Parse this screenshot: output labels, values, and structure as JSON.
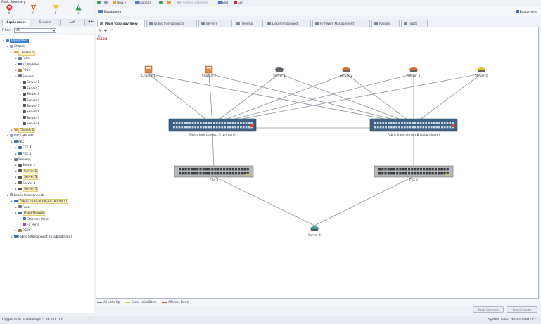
{
  "fault_summary": {
    "title": "Fault Summary",
    "items": [
      {
        "icon": "critical-icon",
        "count": "0",
        "color": "#d6232e"
      },
      {
        "icon": "major-icon",
        "count": "27",
        "color": "#e46d1e"
      },
      {
        "icon": "minor-icon",
        "count": "0",
        "color": "#f1c232"
      },
      {
        "icon": "warning-icon",
        "count": "12",
        "color": "#2f9e56"
      }
    ]
  },
  "left_tabs": [
    "Equipment",
    "Servers",
    "LAN"
  ],
  "filter": {
    "label": "Filter:",
    "value": "All"
  },
  "tree": [
    {
      "label": "Equipment",
      "level": 0,
      "style": "sel",
      "icon": "#3b83d6"
    },
    {
      "label": "Chassis",
      "level": 1,
      "style": "",
      "icon": "#8fa4be"
    },
    {
      "label": "Chassis 1",
      "level": 2,
      "style": "hl",
      "icon": "#e0a060"
    },
    {
      "label": "Fans",
      "level": 3,
      "style": "",
      "icon": "#6b7a8c"
    },
    {
      "label": "IO Modules",
      "level": 3,
      "style": "",
      "icon": "#3e6fb0"
    },
    {
      "label": "PSUs",
      "level": 3,
      "style": "",
      "icon": "#a07a3a"
    },
    {
      "label": "Servers",
      "level": 3,
      "style": "",
      "icon": "#6b7a8c"
    },
    {
      "label": "Server 1",
      "level": 4,
      "style": "",
      "icon": "#555"
    },
    {
      "label": "Server 2",
      "level": 4,
      "style": "",
      "icon": "#555"
    },
    {
      "label": "Server 3",
      "level": 4,
      "style": "",
      "icon": "#555"
    },
    {
      "label": "Server 4",
      "level": 4,
      "style": "",
      "icon": "#555"
    },
    {
      "label": "Server 5",
      "level": 4,
      "style": "",
      "icon": "#555"
    },
    {
      "label": "Server 6",
      "level": 4,
      "style": "",
      "icon": "#555"
    },
    {
      "label": "Server 7",
      "level": 4,
      "style": "",
      "icon": "#555"
    },
    {
      "label": "Server 8",
      "level": 4,
      "style": "",
      "icon": "#555"
    },
    {
      "label": "Chassis 2",
      "level": 2,
      "style": "hl",
      "icon": "#e0a060"
    },
    {
      "label": "Rack-Mounts",
      "level": 1,
      "style": "",
      "icon": "#8fa4be"
    },
    {
      "label": "FEX",
      "level": 2,
      "style": "",
      "icon": "#3e6fb0"
    },
    {
      "label": "FEX 3",
      "level": 3,
      "style": "",
      "icon": "#3e6fb0"
    },
    {
      "label": "FEX 4",
      "level": 3,
      "style": "",
      "icon": "#3e6fb0"
    },
    {
      "label": "Servers",
      "level": 2,
      "style": "",
      "icon": "#6b7a8c"
    },
    {
      "label": "Server 1",
      "level": 3,
      "style": "",
      "icon": "#555"
    },
    {
      "label": "Server 2",
      "level": 3,
      "style": "hl",
      "icon": "#555"
    },
    {
      "label": "Server 3",
      "level": 3,
      "style": "hl",
      "icon": "#555"
    },
    {
      "label": "Server 4",
      "level": 3,
      "style": "",
      "icon": "#555"
    },
    {
      "label": "Server 5",
      "level": 3,
      "style": "hl",
      "icon": "#555"
    },
    {
      "label": "Fabric Interconnects",
      "level": 1,
      "style": "",
      "icon": "#8fa4be"
    },
    {
      "label": "Fabric Interconnect A (primary)",
      "level": 2,
      "style": "hl",
      "icon": "#3e6fb0"
    },
    {
      "label": "Fans",
      "level": 3,
      "style": "",
      "icon": "#6b7a8c"
    },
    {
      "label": "Fixed Module",
      "level": 3,
      "style": "hl",
      "icon": "#3e6fb0"
    },
    {
      "label": "Ethernet Ports",
      "level": 4,
      "style": "",
      "icon": "#2f6fd0"
    },
    {
      "label": "FC Ports",
      "level": 4,
      "style": "",
      "icon": "#9a3fc0"
    },
    {
      "label": "PSUs",
      "level": 3,
      "style": "",
      "icon": "#a07a3a"
    },
    {
      "label": "Fabric Interconnect B (subordinate)",
      "level": 2,
      "style": "",
      "icon": "#3e6fb0"
    }
  ],
  "toolbar": {
    "items": [
      {
        "label": "",
        "icon": "back-icon",
        "color": "#3d9a4d"
      },
      {
        "label": "",
        "icon": "forward-icon",
        "color": "#8c9aaa"
      },
      {
        "label": "New ▾",
        "icon": "new-icon",
        "color": "#e0a030"
      },
      {
        "label": "Options",
        "icon": "options-icon",
        "color": "#4b7fc1"
      },
      {
        "label": "",
        "icon": "help-icon",
        "color": "#3d9a4d"
      },
      {
        "label": "",
        "icon": "info-icon",
        "color": "#e0a030"
      },
      {
        "label": "Pending Activities",
        "icon": "pending-icon",
        "color": "#c0c6ce"
      },
      {
        "label": "Exit",
        "icon": "exit-icon",
        "color": "#4b7fc1"
      },
      {
        "label": "Exit",
        "icon": "exit-red-icon",
        "color": "#d6232e"
      }
    ]
  },
  "breadcrumb": {
    "path": "Equipment",
    "right": "Equipment"
  },
  "main_tabs": [
    "Main Topology View",
    "Fabric Interconnects",
    "Servers",
    "Thermal",
    "Decommissioned",
    "Firmware Management",
    "Policies",
    "Faults"
  ],
  "topology": {
    "chassis": [
      {
        "label": "Chassis 1",
        "icon": "chassis-icon",
        "color": "#e08a4a"
      },
      {
        "label": "Chassis 2",
        "icon": "chassis-icon",
        "color": "#e08a4a"
      },
      {
        "label": "Server 1",
        "icon": "server-icon",
        "color": "#555f6b"
      },
      {
        "label": "Server 2",
        "icon": "server-icon",
        "color": "#d06a3a"
      },
      {
        "label": "Server 3",
        "icon": "server-icon",
        "color": "#d06a3a"
      },
      {
        "label": "Server 4",
        "icon": "server-icon",
        "color": "#e8c030"
      }
    ],
    "fabric_interconnects": [
      {
        "label": "Fabric Interconnect A (primary)"
      },
      {
        "label": "Fabric Interconnect B (subordinate)"
      }
    ],
    "fex": [
      {
        "label": "FEX 3"
      },
      {
        "label": "FEX 4"
      }
    ],
    "server": {
      "label": "Server 5"
    }
  },
  "legend": [
    {
      "label": "All Links Up",
      "color": "#7a8694"
    },
    {
      "label": "Some Links Down",
      "color": "#e6c64a"
    },
    {
      "label": "All Links Down",
      "color": "#d64a4a"
    }
  ],
  "buttons": {
    "save": "Save Changes",
    "reset": "Reset Values"
  },
  "status": {
    "left": "Logged in as ucsdemo@172.20.201.100",
    "right": "System Time: 2013-12-03T11:11"
  }
}
